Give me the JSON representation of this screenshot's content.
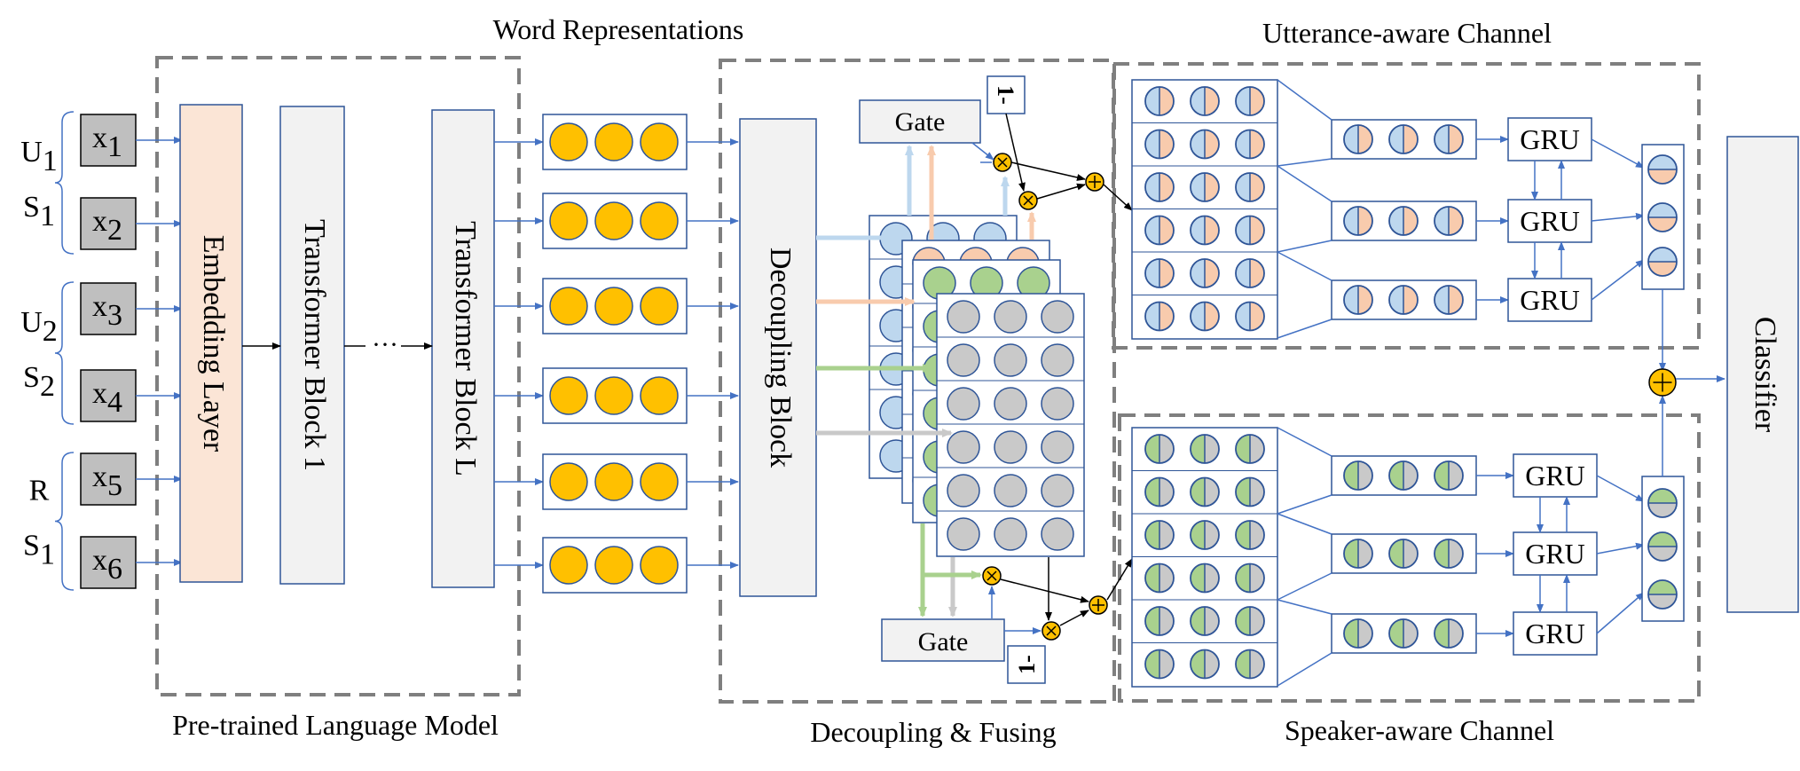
{
  "titles": {
    "word_representations": "Word Representations",
    "utterance_channel": "Utterance-aware Channel",
    "plm": "Pre-trained Language Model",
    "decoupling_fusing": "Decoupling & Fusing",
    "speaker_channel": "Speaker-aware Channel"
  },
  "inputs": [
    {
      "var": "x",
      "sub": "1"
    },
    {
      "var": "x",
      "sub": "2"
    },
    {
      "var": "x",
      "sub": "3"
    },
    {
      "var": "x",
      "sub": "4"
    },
    {
      "var": "x",
      "sub": "5"
    },
    {
      "var": "x",
      "sub": "6"
    }
  ],
  "input_groups": [
    {
      "top": {
        "var": "U",
        "sub": "1"
      },
      "bottom": {
        "var": "S",
        "sub": "1"
      }
    },
    {
      "top": {
        "var": "U",
        "sub": "2"
      },
      "bottom": {
        "var": "S",
        "sub": "2"
      }
    },
    {
      "top": {
        "var": "R",
        "sub": ""
      },
      "bottom": {
        "var": "S",
        "sub": "1"
      }
    }
  ],
  "blocks": {
    "embedding": "Embedding Layer",
    "transformer_1": "Transformer Block 1",
    "ellipsis": "···",
    "transformer_l": "Transformer Block L",
    "decoupling": "Decoupling Block",
    "classifier": "Classifier"
  },
  "gates": {
    "gate_label": "Gate",
    "one_minus": "1-"
  },
  "gru_label": "GRU",
  "colors": {
    "embedding_fill": "#fbe5d6",
    "block_fill": "#f2f2f2",
    "border": "#2f5597",
    "arrow": "#4472c4",
    "token_fill": "#ffc000",
    "blue_half": "#bdd7ee",
    "orange_half": "#f8cbad",
    "green_half": "#a9d18e",
    "gray_half": "#c9c9c9",
    "dashed": "#7f7f7f"
  }
}
